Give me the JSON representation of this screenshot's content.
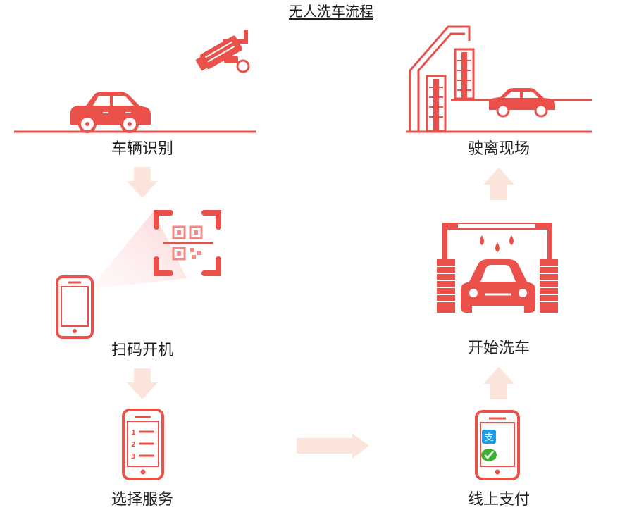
{
  "title": "无人洗车流程",
  "steps": [
    {
      "id": "vehicle-recognition",
      "label": "车辆识别"
    },
    {
      "id": "scan-start",
      "label": "扫码开机"
    },
    {
      "id": "select-service",
      "label": "选择服务"
    },
    {
      "id": "online-payment",
      "label": "线上支付"
    },
    {
      "id": "start-wash",
      "label": "开始洗车"
    },
    {
      "id": "drive-away",
      "label": "驶离现场"
    }
  ],
  "colors": {
    "accent": "#e9514a",
    "arrow": "#fbe4da",
    "text": "#222222",
    "alipay": "#1a9fe8",
    "wechat": "#3cb034",
    "scan_beam": "#fde6e6"
  },
  "icons": {
    "camera": "security-camera-icon",
    "car": "car-icon",
    "qr": "qr-code-icon",
    "phone": "smartphone-icon",
    "menu_phone": "service-menu-phone-icon",
    "pay_phone": "payment-phone-icon",
    "wash": "car-wash-icon",
    "gantry": "car-wash-gantry-icon"
  }
}
